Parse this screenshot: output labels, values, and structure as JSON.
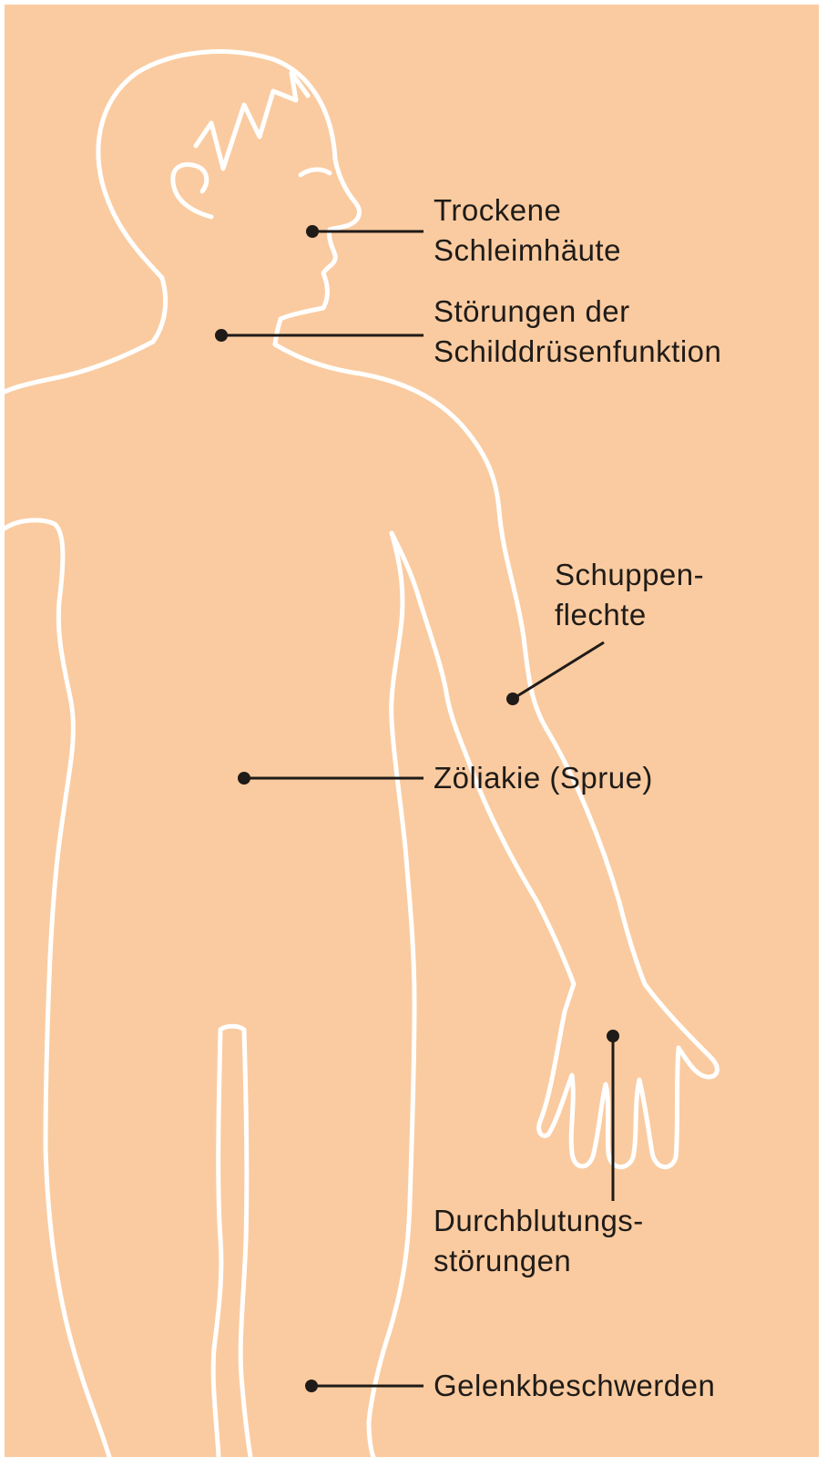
{
  "colors": {
    "background": "#facba0",
    "outline": "#ffffff",
    "annotation": "#1f1b18"
  },
  "annotations": [
    {
      "id": "dry-mucosa",
      "lines": [
        "Trockene",
        "Schleimhäute"
      ]
    },
    {
      "id": "thyroid",
      "lines": [
        "Störungen der",
        "Schilddrüsenfunktion"
      ]
    },
    {
      "id": "psoriasis",
      "lines": [
        "Schuppen-",
        "flechte"
      ]
    },
    {
      "id": "celiac",
      "lines": [
        "Zöliakie (Sprue)"
      ]
    },
    {
      "id": "circulation",
      "lines": [
        "Durchblutungs-",
        "störungen"
      ]
    },
    {
      "id": "joints",
      "lines": [
        "Gelenkbeschwerden"
      ]
    }
  ]
}
